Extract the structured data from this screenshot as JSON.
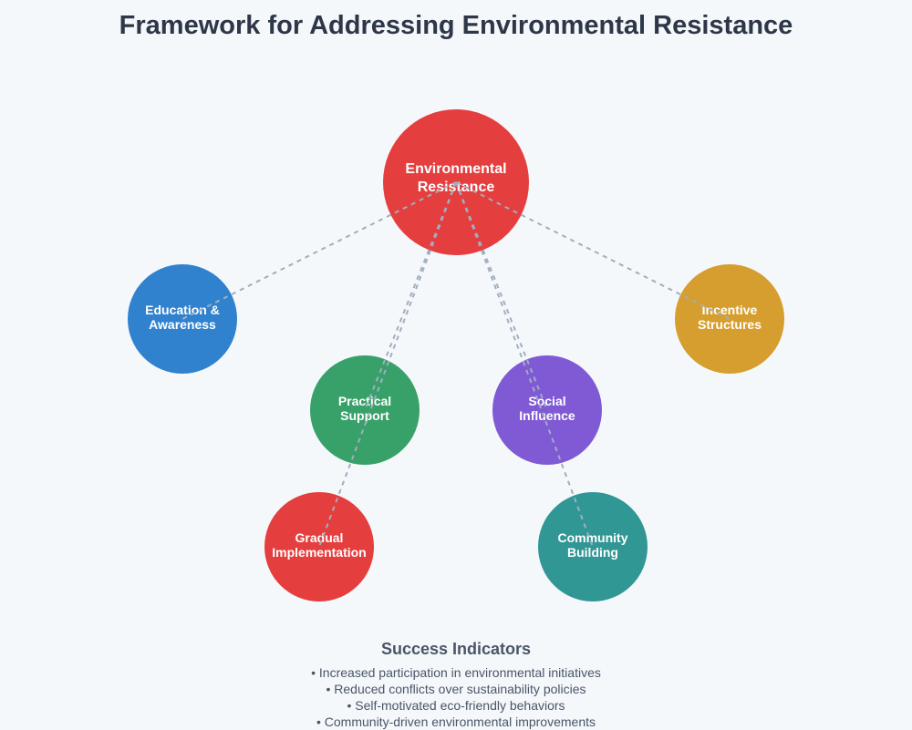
{
  "title": "Framework for Addressing Environmental Resistance",
  "center": {
    "lines": [
      "Environmental",
      "Resistance"
    ],
    "color": "#e53e3e"
  },
  "nodes": [
    {
      "id": "education",
      "lines": [
        "Education &",
        "Awareness"
      ],
      "color": "#3182ce"
    },
    {
      "id": "incentive",
      "lines": [
        "Incentive",
        "Structures"
      ],
      "color": "#d69e2e"
    },
    {
      "id": "practical",
      "lines": [
        "Practical",
        "Support"
      ],
      "color": "#38a169"
    },
    {
      "id": "social",
      "lines": [
        "Social",
        "Influence"
      ],
      "color": "#805ad5"
    },
    {
      "id": "gradual",
      "lines": [
        "Gradual",
        "Implementation"
      ],
      "color": "#e53e3e"
    },
    {
      "id": "community",
      "lines": [
        "Community",
        "Building"
      ],
      "color": "#319795"
    }
  ],
  "indicators": {
    "title": "Success Indicators",
    "items": [
      "• Increased participation in environmental initiatives",
      "• Reduced conflicts over sustainability policies",
      "• Self-motivated eco-friendly behaviors",
      "• Community-driven environmental improvements"
    ]
  }
}
